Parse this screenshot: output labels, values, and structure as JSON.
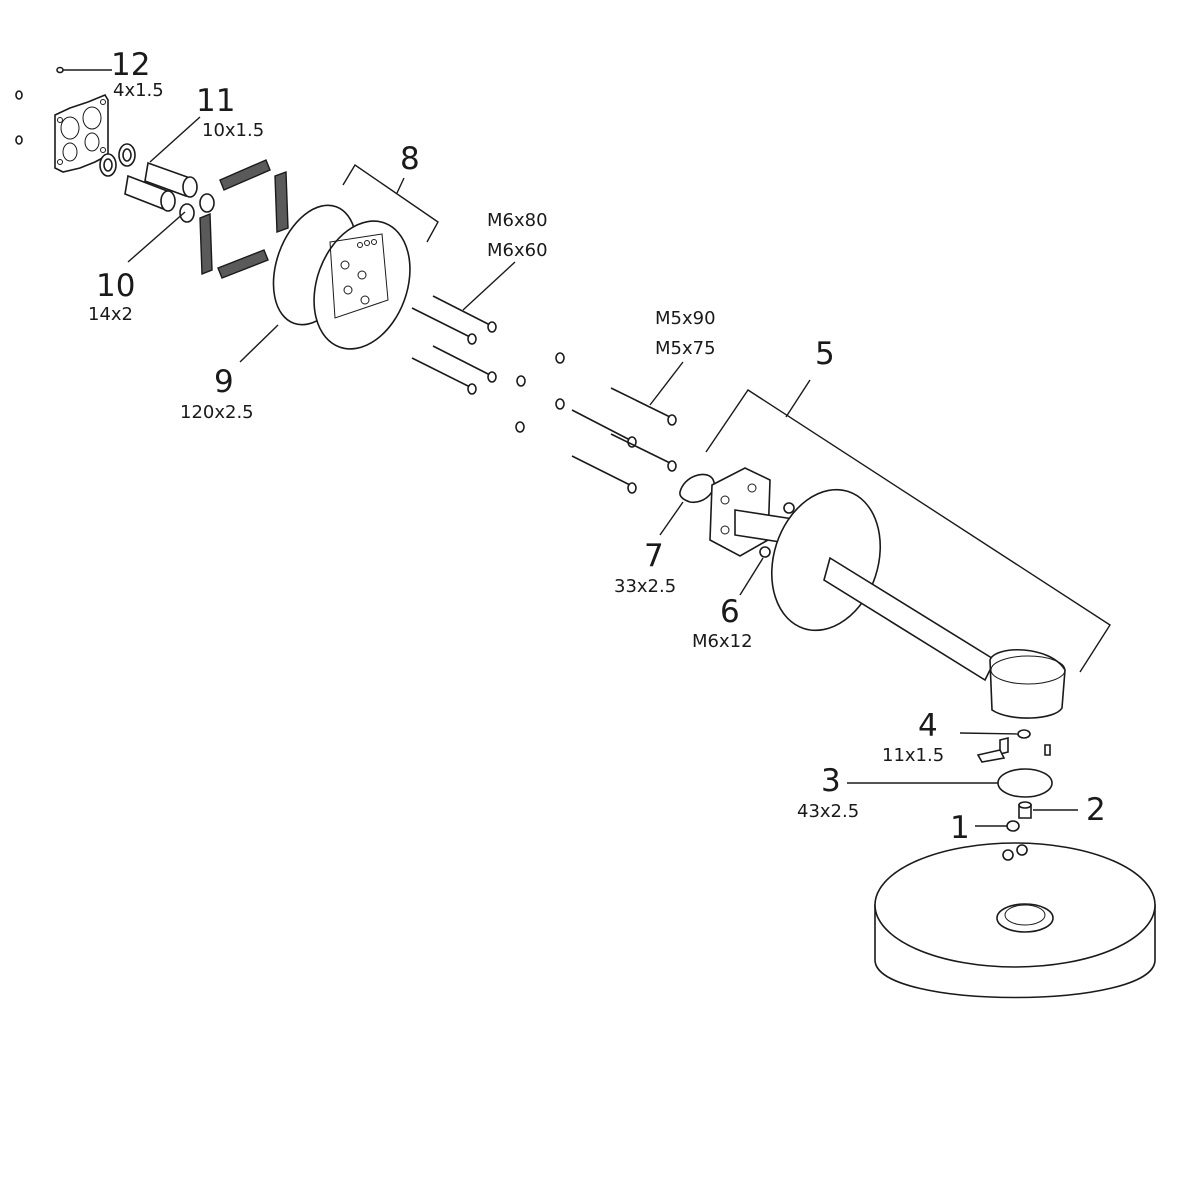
{
  "callouts": [
    {
      "id": "1",
      "number": "1",
      "dims": []
    },
    {
      "id": "2",
      "number": "2",
      "dims": []
    },
    {
      "id": "3",
      "number": "3",
      "dims": [
        "43x2.5"
      ]
    },
    {
      "id": "4",
      "number": "4",
      "dims": [
        "11x1.5"
      ]
    },
    {
      "id": "5",
      "number": "5",
      "dims": []
    },
    {
      "id": "6",
      "number": "6",
      "dims": [
        "M6x12"
      ]
    },
    {
      "id": "7",
      "number": "7",
      "dims": [
        "33x2.5"
      ]
    },
    {
      "id": "8",
      "number": "8",
      "dims": []
    },
    {
      "id": "9",
      "number": "9",
      "dims": [
        "120x2.5"
      ]
    },
    {
      "id": "10",
      "number": "10",
      "dims": [
        "14x2"
      ]
    },
    {
      "id": "11",
      "number": "11",
      "dims": [
        "10x1.5"
      ]
    },
    {
      "id": "12",
      "number": "12",
      "dims": [
        "4x1.5"
      ]
    }
  ],
  "screw_specs": {
    "long_screws": [
      "M6x80",
      "M6x60"
    ],
    "short_screws": [
      "M5x90",
      "M5x75"
    ]
  }
}
